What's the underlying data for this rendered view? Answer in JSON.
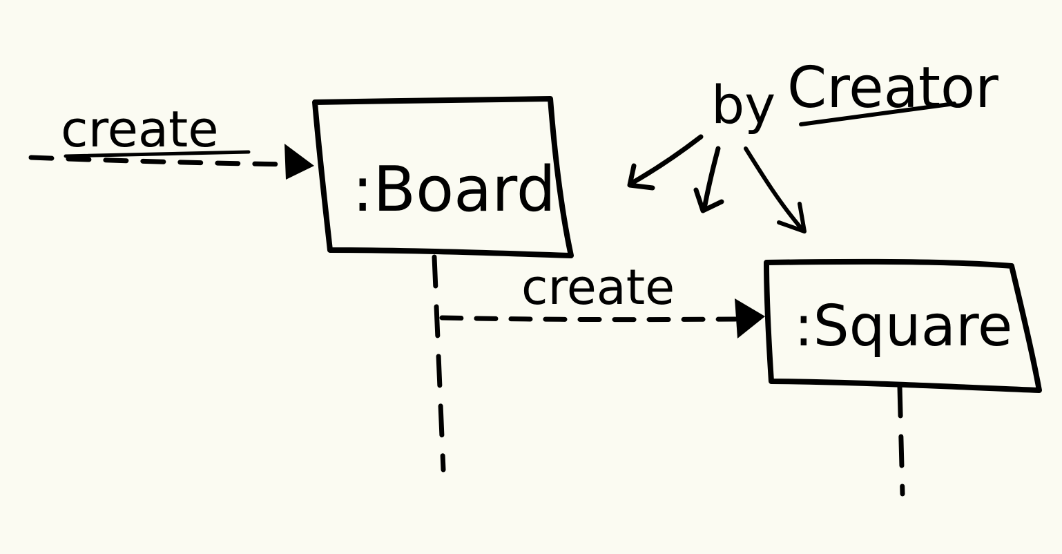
{
  "diagram": {
    "board": {
      "label": ":Board"
    },
    "square": {
      "label": ":Square"
    },
    "create_message_in": {
      "label": "create"
    },
    "create_message_board_square": {
      "label": "create"
    },
    "pattern_note": {
      "prefix": "by",
      "pattern": "Creator"
    }
  }
}
